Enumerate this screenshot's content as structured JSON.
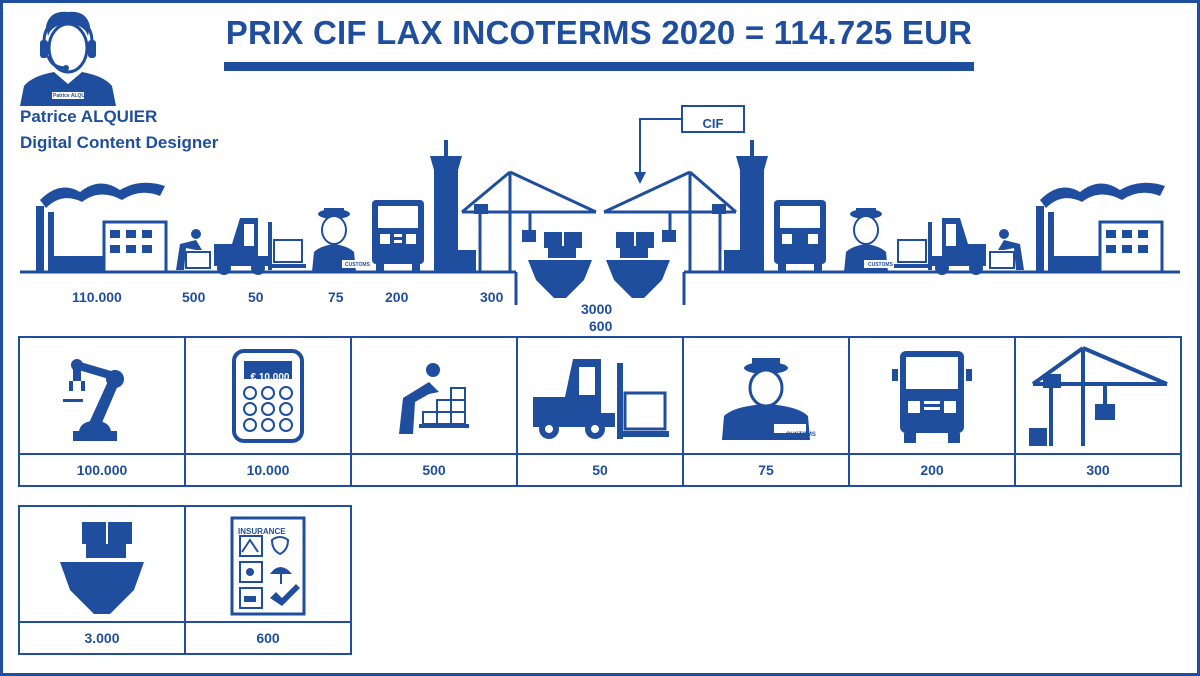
{
  "title": "PRIX CIF LAX INCOTERMS 2020 = 114.725 EUR",
  "author": {
    "badge": "Patrice ALQUIER",
    "name": "Patrice ALQUIER",
    "role": "Digital Content Designer"
  },
  "scene": {
    "cif_label": "CIF",
    "customs_label": "CUSTOMS",
    "values": [
      "110.000",
      "500",
      "50",
      "75",
      "200",
      "300",
      "3000",
      "600"
    ]
  },
  "cost_items": [
    {
      "icon": "robot-arm-icon",
      "value": "100.000"
    },
    {
      "icon": "calculator-icon",
      "value": "10.000",
      "screen": "€ 10.000"
    },
    {
      "icon": "worker-boxes-icon",
      "value": "500"
    },
    {
      "icon": "forklift-icon",
      "value": "50"
    },
    {
      "icon": "customs-officer-icon",
      "value": "75",
      "badge": "CUSTOMS"
    },
    {
      "icon": "truck-icon",
      "value": "200"
    },
    {
      "icon": "port-crane-icon",
      "value": "300"
    },
    {
      "icon": "cargo-ship-icon",
      "value": "3.000"
    },
    {
      "icon": "insurance-document-icon",
      "value": "600",
      "heading": "INSURANCE"
    }
  ],
  "colors": {
    "brand": "#1f4e9e",
    "background": "#ffffff"
  }
}
